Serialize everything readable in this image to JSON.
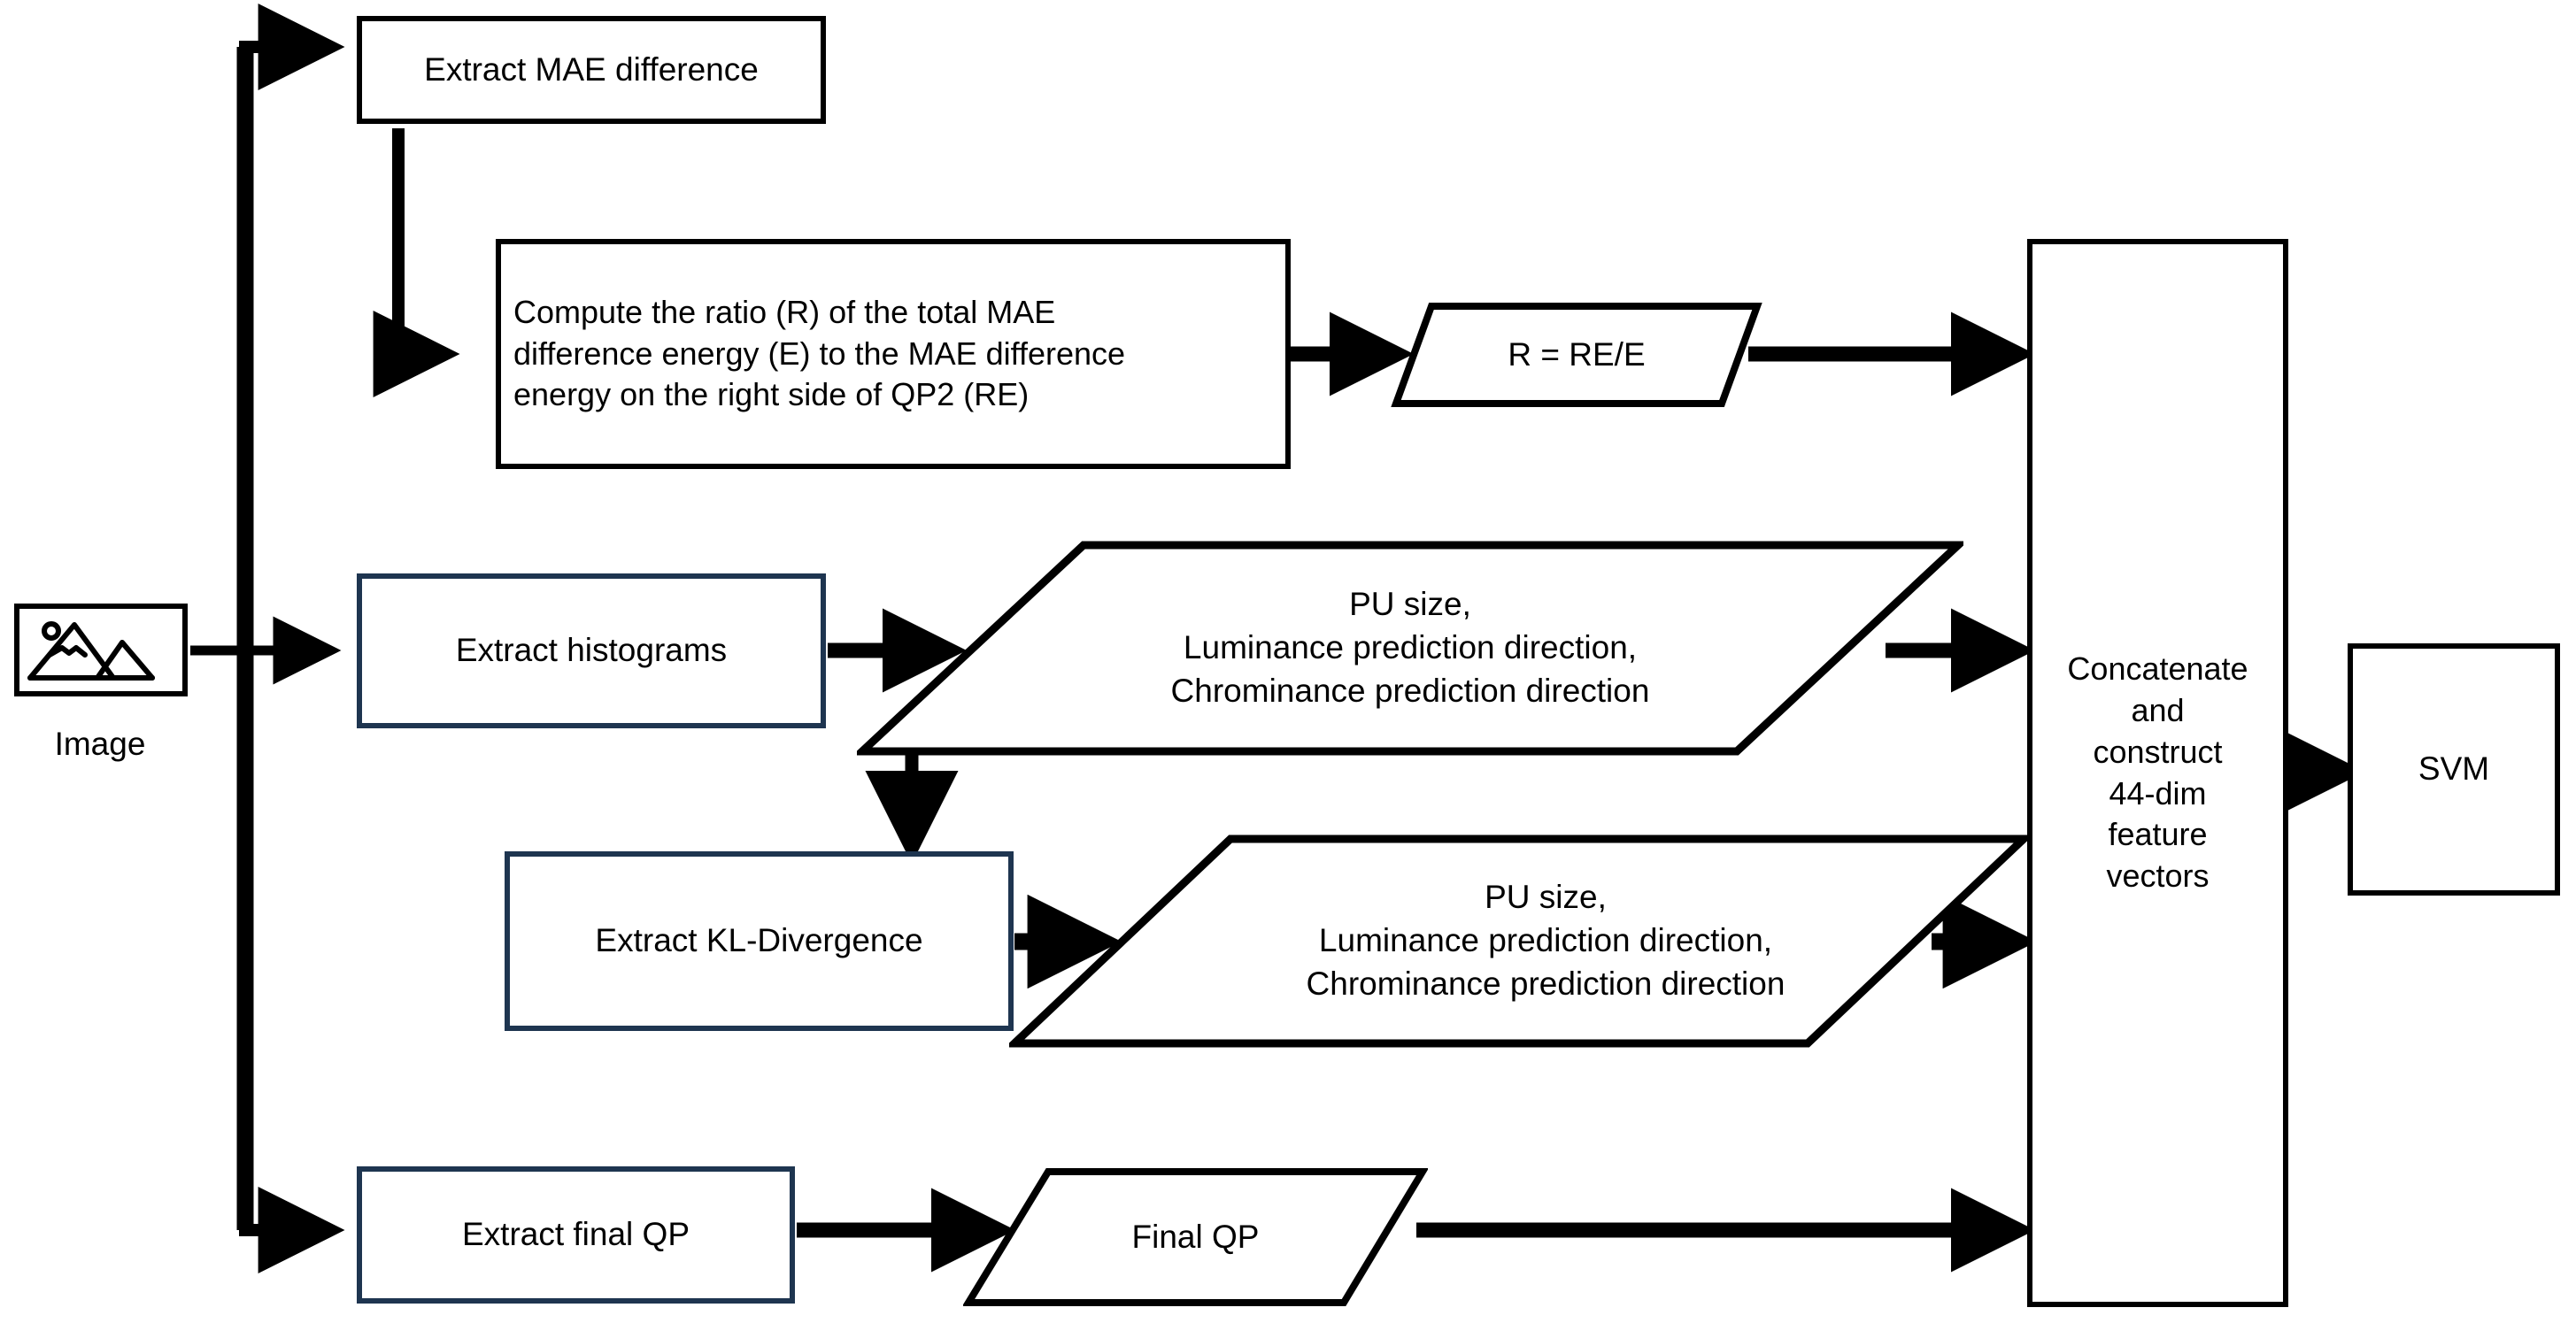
{
  "diagram": {
    "title": "Feature extraction and SVM classification pipeline",
    "colors": {
      "edge": "#000000",
      "box_black": "#000000",
      "box_navy": "#1e3550",
      "background": "#ffffff",
      "text": "#000000"
    }
  },
  "input": {
    "icon": "image-icon",
    "caption": "Image"
  },
  "nodes": {
    "extract_mae": {
      "label": "Extract MAE difference",
      "shape": "rectangle",
      "border_color": "#000000"
    },
    "compute_ratio": {
      "label": "Compute the ratio (R) of the total MAE\ndifference energy (E) to the MAE difference\nenergy on the right side of QP2 (RE)",
      "shape": "rectangle",
      "border_color": "#000000"
    },
    "r_formula": {
      "label": "R = RE/E",
      "shape": "parallelogram",
      "border_color": "#000000"
    },
    "extract_histograms": {
      "label": "Extract histograms",
      "shape": "rectangle",
      "border_color": "#1e3550"
    },
    "hist_features": {
      "label": "PU size,\nLuminance prediction direction,\nChrominance prediction direction",
      "shape": "parallelogram",
      "border_color": "#000000"
    },
    "extract_kl": {
      "label": "Extract KL-Divergence",
      "shape": "rectangle",
      "border_color": "#1e3550"
    },
    "kl_features": {
      "label": "PU size,\nLuminance prediction direction,\nChrominance prediction direction",
      "shape": "parallelogram",
      "border_color": "#000000"
    },
    "extract_final_qp": {
      "label": "Extract final QP",
      "shape": "rectangle",
      "border_color": "#1e3550"
    },
    "final_qp": {
      "label": "Final QP",
      "shape": "parallelogram",
      "border_color": "#000000"
    },
    "concatenate": {
      "label": "Concatenate\nand\nconstruct\n44-dim\nfeature\nvectors",
      "shape": "rectangle",
      "border_color": "#000000"
    },
    "svm": {
      "label": "SVM",
      "shape": "rectangle",
      "border_color": "#000000"
    }
  },
  "edges": [
    {
      "from": "image",
      "to": "branch-bus",
      "name": "image-to-bus"
    },
    {
      "from": "branch-bus",
      "to": "extract_mae",
      "name": "bus-to-extract-mae"
    },
    {
      "from": "extract_mae",
      "to": "compute_ratio",
      "name": "mae-to-compute-ratio"
    },
    {
      "from": "compute_ratio",
      "to": "r_formula",
      "name": "compute-ratio-to-r"
    },
    {
      "from": "r_formula",
      "to": "concatenate",
      "name": "r-to-concatenate"
    },
    {
      "from": "branch-bus",
      "to": "extract_histograms",
      "name": "bus-to-extract-histograms"
    },
    {
      "from": "extract_histograms",
      "to": "hist_features",
      "name": "histograms-to-features"
    },
    {
      "from": "hist_features",
      "to": "concatenate",
      "name": "hist-features-to-concatenate"
    },
    {
      "from": "hist_features",
      "to": "extract_kl",
      "name": "hist-features-to-extract-kl"
    },
    {
      "from": "extract_kl",
      "to": "kl_features",
      "name": "kl-to-features"
    },
    {
      "from": "kl_features",
      "to": "concatenate",
      "name": "kl-features-to-concatenate"
    },
    {
      "from": "branch-bus",
      "to": "extract_final_qp",
      "name": "bus-to-extract-final-qp"
    },
    {
      "from": "extract_final_qp",
      "to": "final_qp",
      "name": "extract-final-qp-to-final-qp"
    },
    {
      "from": "final_qp",
      "to": "concatenate",
      "name": "final-qp-to-concatenate"
    },
    {
      "from": "concatenate",
      "to": "svm",
      "name": "concatenate-to-svm"
    }
  ]
}
